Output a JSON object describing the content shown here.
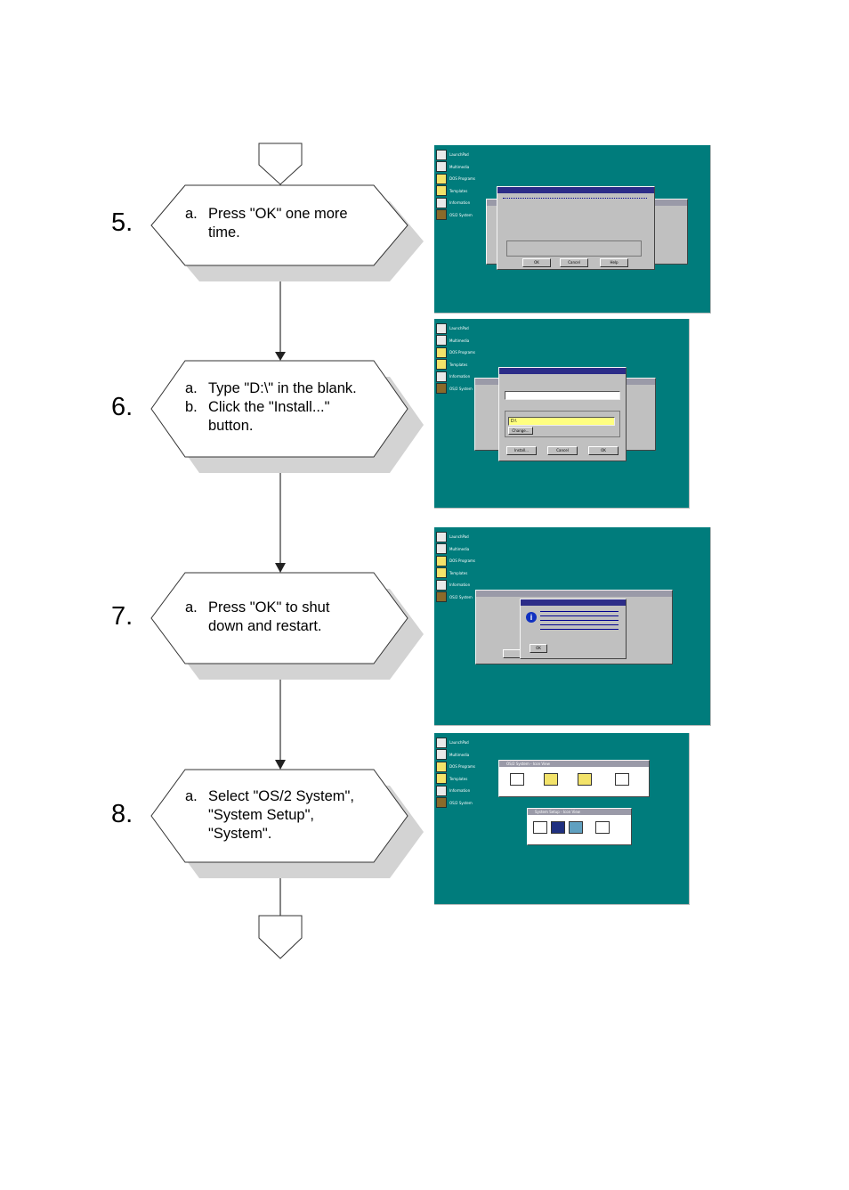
{
  "steps": [
    {
      "number": "5.",
      "lines": [
        {
          "letter": "a.",
          "text": "Press \"OK\" one more"
        },
        {
          "letter": "",
          "text": "time."
        }
      ]
    },
    {
      "number": "6.",
      "lines": [
        {
          "letter": "a.",
          "text": "Type \"D:\\\" in the blank."
        },
        {
          "letter": "b.",
          "text": "Click the \"Install...\""
        },
        {
          "letter": "",
          "text": "button."
        }
      ]
    },
    {
      "number": "7.",
      "lines": [
        {
          "letter": "a.",
          "text": "Press \"OK\" to shut"
        },
        {
          "letter": "",
          "text": "down and restart."
        }
      ]
    },
    {
      "number": "8.",
      "lines": [
        {
          "letter": "a.",
          "text": "Select \"OS/2 System\","
        },
        {
          "letter": "",
          "text": "\"System Setup\","
        },
        {
          "letter": "",
          "text": "\"System\"."
        }
      ]
    }
  ],
  "desktop_icons": [
    "LaunchPad",
    "Multimedia",
    "DOS Programs",
    "Templates",
    "Information",
    "OS/2 System"
  ],
  "shot5": {
    "ok": "OK",
    "cancel": "Cancel",
    "help": "Help"
  },
  "shot6": {
    "path_value": "D:\\",
    "install": "Install...",
    "cancel": "Cancel",
    "ok": "OK",
    "change": "Change..."
  },
  "shot7": {
    "ok": "OK"
  },
  "shot8": {
    "window1_title": "OS/2 System - Icon View",
    "window2_title": "System Setup - Icon View"
  },
  "colors": {
    "desktop": "#007c7c",
    "window": "#c0c0c0",
    "shadow": "#d3d3d3",
    "titlebar_active": "#2c2c88"
  }
}
